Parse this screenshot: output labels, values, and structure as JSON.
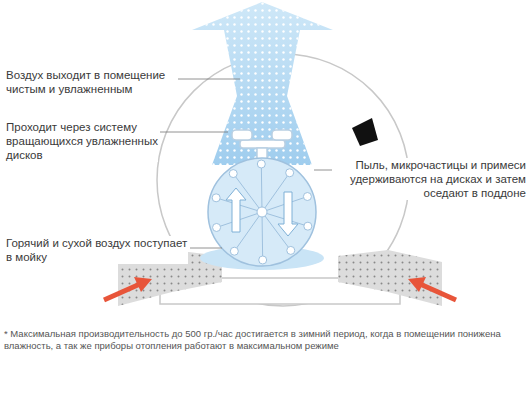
{
  "diagram": {
    "labels": [
      "Воздух выходит в помещение чистым и увлажненным",
      "Проходит через систему вращающихся увлажненных дисков",
      "Пыль, микрочастицы и примеси удерживаются на дисках и затем оседают в поддоне",
      "Горячий и сухой воздух поступает в мойку",
      "* Максимальная производительность до 500 гр./час достигается в зимний период, когда в помещении понижена влажность, а так же приборы отопления работают в максимальном режиме"
    ]
  }
}
